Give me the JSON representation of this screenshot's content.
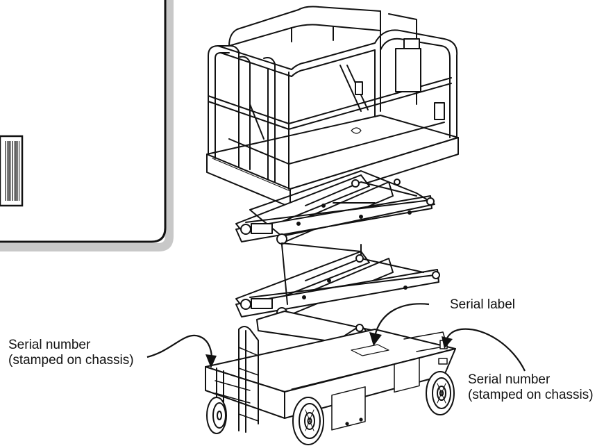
{
  "labels": {
    "serial_label": "Serial label",
    "serial_number_left": {
      "line1": "Serial number",
      "line2": "(stamped on chassis)"
    },
    "serial_number_right": {
      "line1": "Serial number",
      "line2": "(stamped on chassis)"
    }
  },
  "colors": {
    "ink": "#111111",
    "label_shadow": "#c8c8c8",
    "panel_fill": "#ffffff"
  }
}
